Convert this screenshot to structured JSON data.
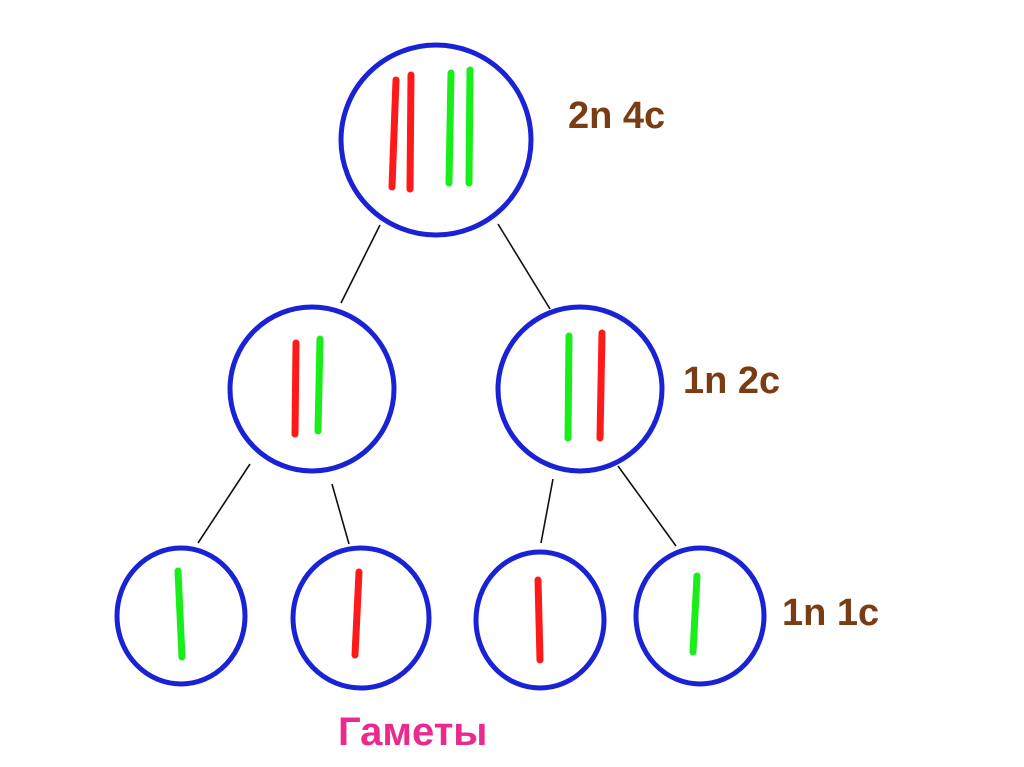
{
  "labels": {
    "level_1": "2n 4c",
    "level_2": "1n 2c",
    "level_3": "1n 1c",
    "gametes": "Гаметы"
  },
  "colors": {
    "cell_outline": "#1a22d6",
    "chromosome_maternal": "#ff1a1a",
    "chromosome_paternal": "#1aee1a",
    "connector": "#111111",
    "ploidy_label": "#7a3c12",
    "gametes_label": "#ea2a8c"
  },
  "cells": [
    {
      "id": "parent",
      "level": 1,
      "chromosomes": [
        "maternal",
        "maternal",
        "paternal",
        "paternal"
      ]
    },
    {
      "id": "daughter-left",
      "level": 2,
      "chromosomes": [
        "maternal",
        "paternal"
      ]
    },
    {
      "id": "daughter-right",
      "level": 2,
      "chromosomes": [
        "paternal",
        "maternal"
      ]
    },
    {
      "id": "gamete-1",
      "level": 3,
      "chromosomes": [
        "paternal"
      ]
    },
    {
      "id": "gamete-2",
      "level": 3,
      "chromosomes": [
        "maternal"
      ]
    },
    {
      "id": "gamete-3",
      "level": 3,
      "chromosomes": [
        "maternal"
      ]
    },
    {
      "id": "gamete-4",
      "level": 3,
      "chromosomes": [
        "paternal"
      ]
    }
  ]
}
